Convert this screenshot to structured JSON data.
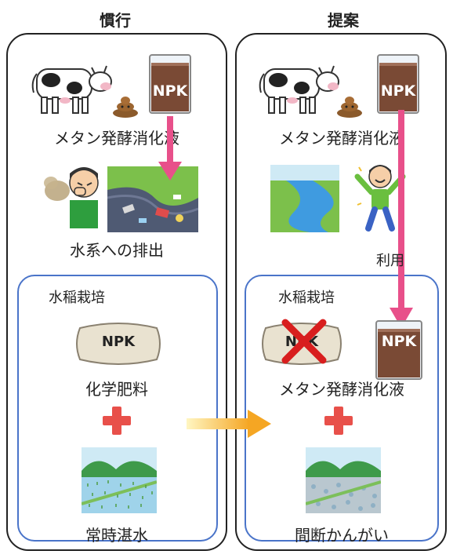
{
  "columns": {
    "conventional": {
      "title": "慣行",
      "digestate_label": "メタン発酵消化液",
      "discharge_label": "水系への排出",
      "paddy_title": "水稲栽培",
      "fertilizer_text": "NPK",
      "fertilizer_label": "化学肥料",
      "irrigation_label": "常時湛水"
    },
    "proposal": {
      "title": "提案",
      "digestate_label": "メタン発酵消化液",
      "use_label": "利用",
      "paddy_title": "水稲栽培",
      "fertilizer_text": "NPK",
      "digestate_in_paddy_label": "メタン発酵消化液",
      "irrigation_label": "間断かんがい"
    }
  },
  "beaker_text": "NPK",
  "colors": {
    "panel_border": "#222222",
    "inner_border": "#4a74c9",
    "flow_arrow": "#e8508a",
    "plus": "#e8504a",
    "transition_arrow": "#f5a623",
    "cross": "#d81e1e",
    "beaker_liquid": "#7a4a35"
  },
  "icons": [
    "cow-icon",
    "manure-icon",
    "beaker-icon",
    "polluted-river-icon",
    "sick-person-icon",
    "clean-river-icon",
    "happy-person-icon",
    "fertilizer-bag-icon",
    "plus-icon",
    "rice-paddy-icon",
    "cross-icon",
    "arrow-icon"
  ]
}
